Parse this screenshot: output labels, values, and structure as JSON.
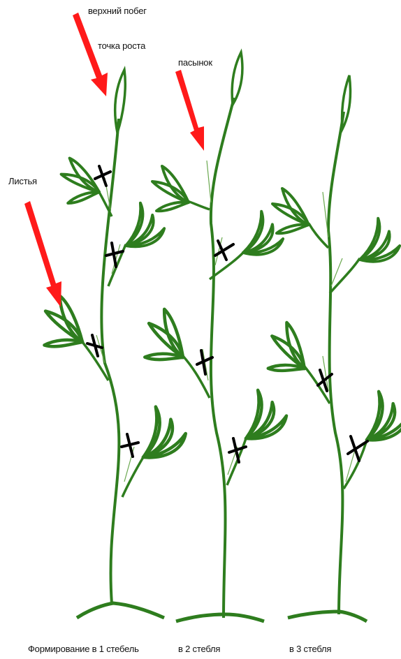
{
  "labels": {
    "top_shoot": "верхний побег",
    "growth_point": "точка роста",
    "side_shoot": "пасынок",
    "leaves": "Листья"
  },
  "captions": {
    "one_stem": "Формирование в 1 стебель",
    "two_stems": "в 2 стебля",
    "three_stems": "в 3 стебля"
  },
  "colors": {
    "stem": "#2e7d1e",
    "arrow": "#ff1a1a",
    "cross": "#000000",
    "sprout": "#6aa84f"
  }
}
